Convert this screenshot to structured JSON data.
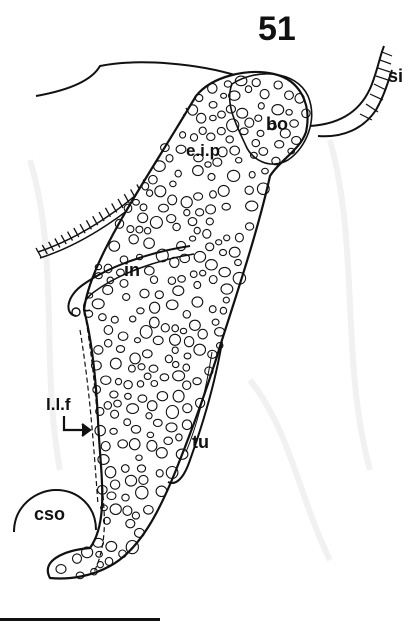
{
  "figure": {
    "number": "51",
    "labels": {
      "si": "si",
      "bo": "bo",
      "eip": "e.i.p",
      "in": "in",
      "llf": "l.l.f",
      "tu": "tu",
      "cso": "cso"
    }
  },
  "colors": {
    "ink": "#111111",
    "background": "#ffffff"
  }
}
